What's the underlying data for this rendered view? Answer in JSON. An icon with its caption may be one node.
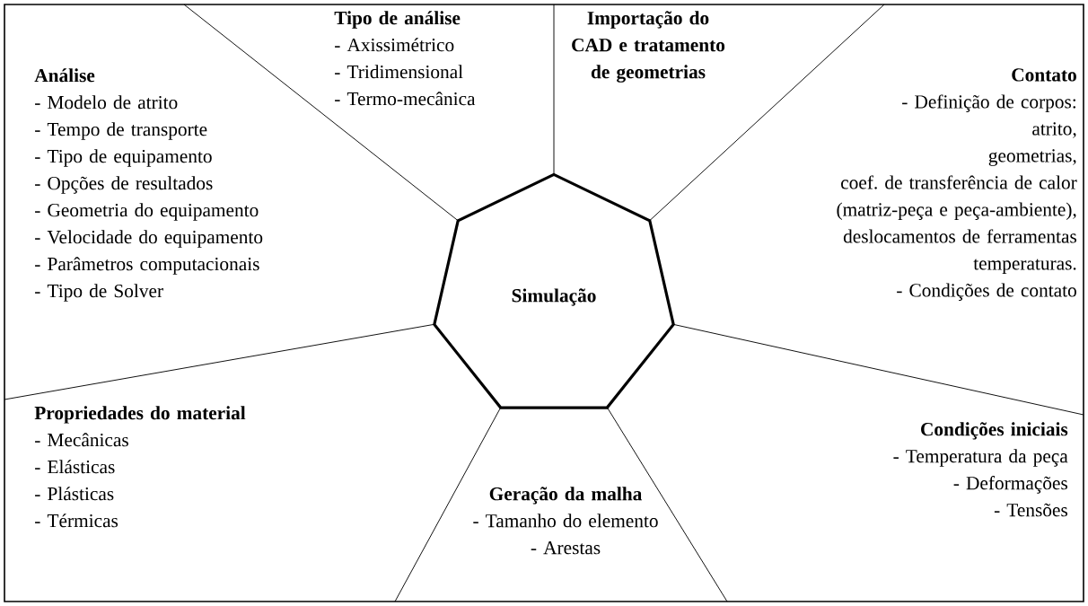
{
  "diagram": {
    "nodes": [
      {
        "text": [
          "Simulação"
        ]
      },
      {
        "text": [
          "Tipo de análise",
          "- Axissimétrico",
          "- Tridimensional",
          "- Termo-mecânica"
        ]
      },
      {
        "text": [
          "Importação do CAD e tratamento de geometrias"
        ]
      },
      {
        "text": [
          "Contato",
          "- Definição de corpos:",
          "atrito,",
          "geometrias,",
          "coef. de transferência de calor",
          "(matriz-peça e peça-ambiente),",
          "deslocamentos de ferramentas",
          "temperaturas.",
          "- Condições de contato"
        ]
      },
      {
        "text": [
          "Condições iniciais",
          "- Temperatura da peça",
          "- Deformações",
          "- Tensões"
        ]
      },
      {
        "text": [
          "Geração da malha",
          "- Tamanho do elemento",
          "- Arestas"
        ]
      },
      {
        "text": [
          "Propriedades do material",
          "- Mecânicas",
          "- Elásticas",
          "- Plásticas",
          "- Térmicas"
        ]
      },
      {
        "text": [
          "Análise",
          "- Modelo de atrito",
          "- Tempo de transporte",
          "- Tipo de equipamento",
          "- Opções de resultados",
          "- Geometria do equipamento",
          "- Velocidade do equipamento",
          "- Parâmetros computacionais",
          "- Tipo de Solver"
        ]
      }
    ]
  }
}
